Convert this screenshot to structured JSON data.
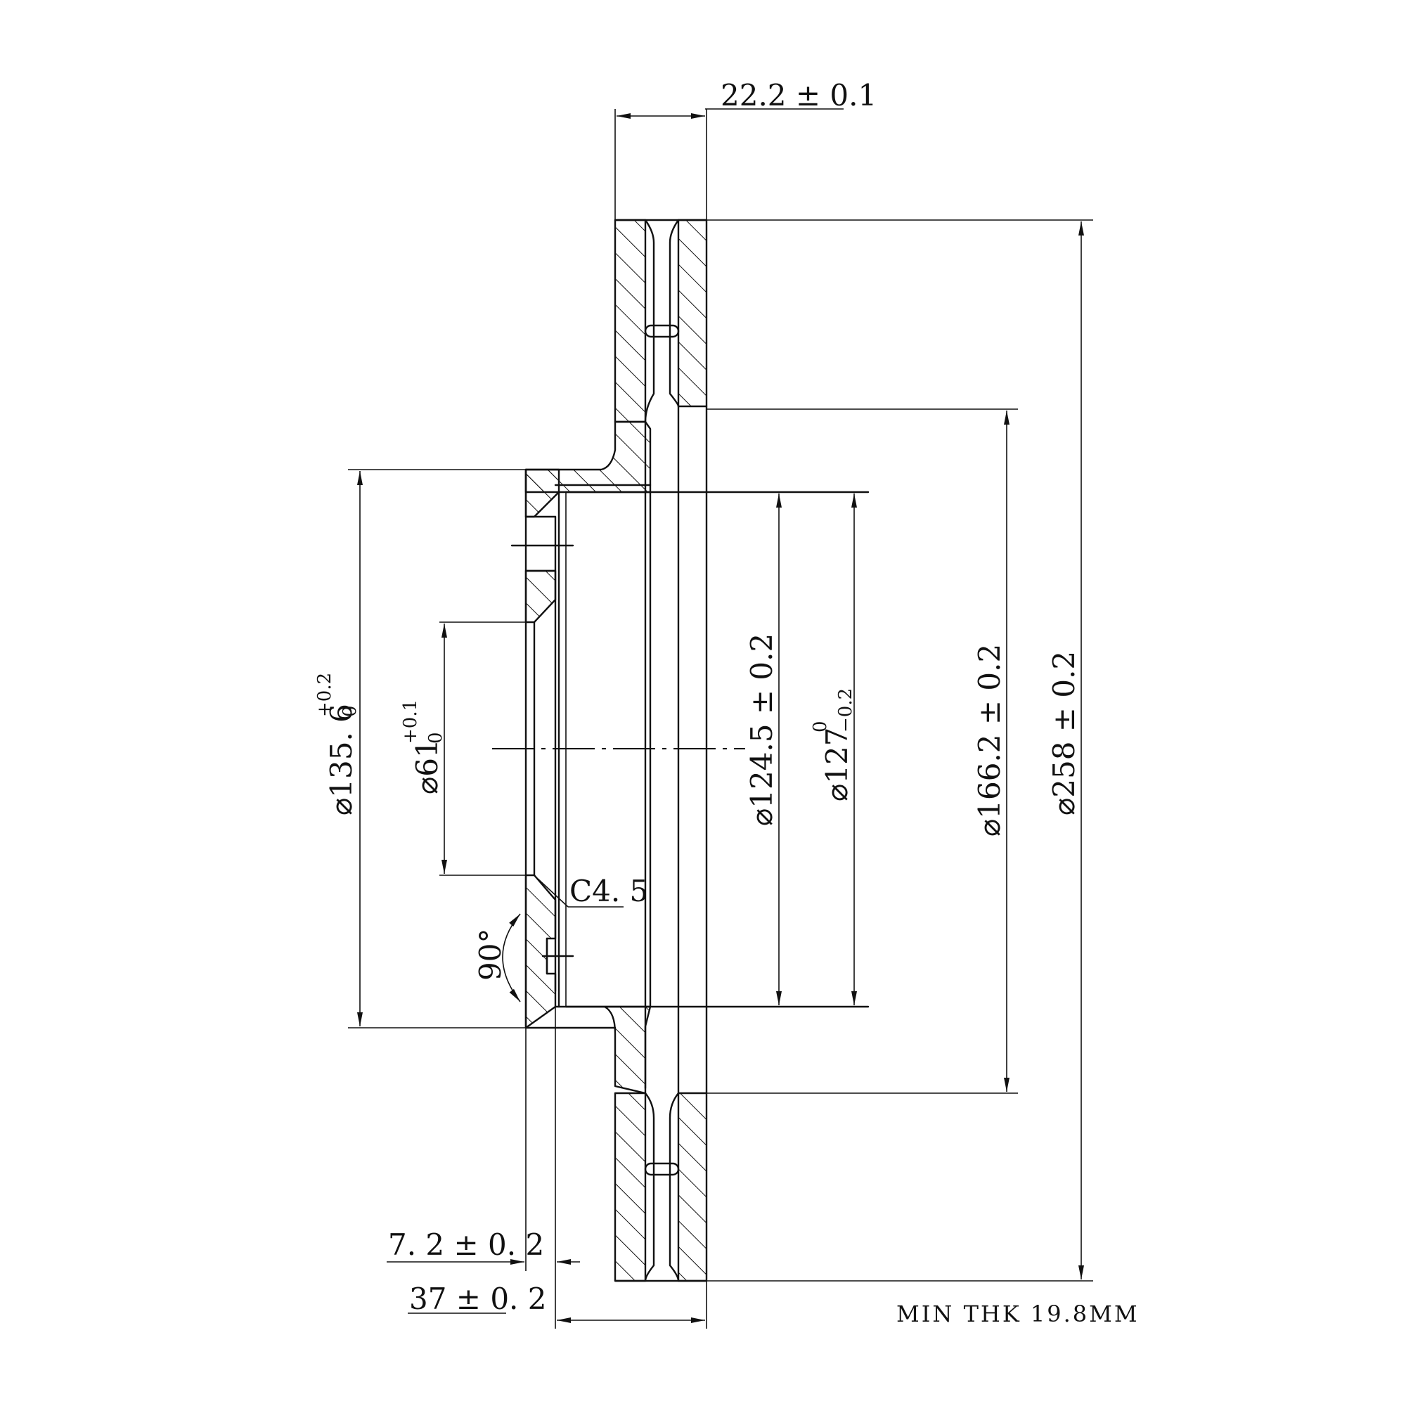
{
  "dimensions": {
    "overall_thickness": "22.2 ± 0.1",
    "outer_diameter": "⌀258 ± 0.2",
    "friction_inner_diameter": "⌀166.2 ± 0.2",
    "hat_outer_diameter_base": "⌀127",
    "hat_outer_tol_upper": "0",
    "hat_outer_tol_lower": "−0.2",
    "hat_inner_diameter": "⌀124.5 ± 0.2",
    "hub_diameter_base": "⌀135. 6",
    "hub_tol_upper": "+0.2",
    "hub_tol_lower": "0",
    "center_bore_base": "⌀61",
    "center_bore_tol_upper": "+0.1",
    "center_bore_tol_lower": "0",
    "chamfer": "C4. 5",
    "angle": "90°",
    "hat_wall": "7. 2 ± 0. 2",
    "offset": "37 ± 0. 2"
  },
  "note": "MIN THK 19.8MM"
}
